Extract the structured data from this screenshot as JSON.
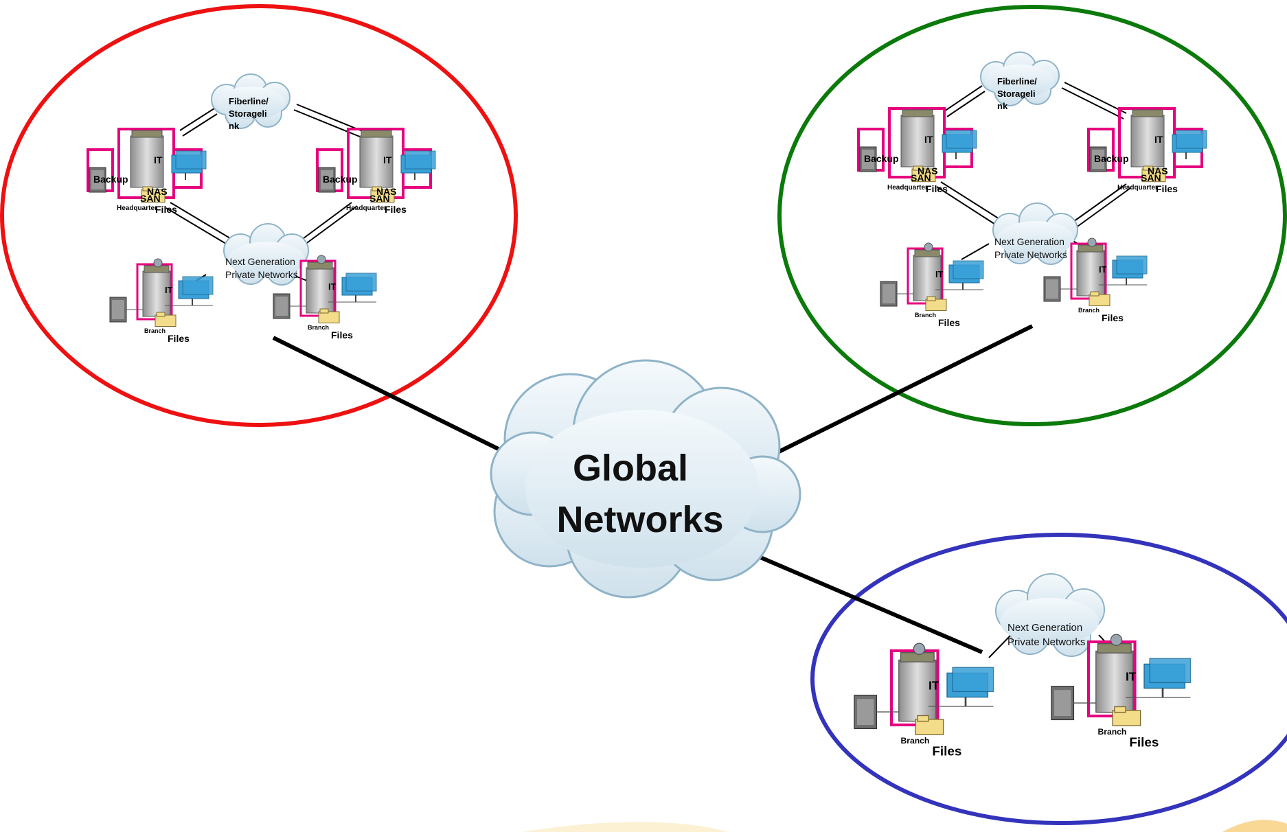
{
  "colors": {
    "cluster_red": "#ee1111",
    "cluster_green": "#0b7a0b",
    "cluster_blue": "#3333bb",
    "link_line": "#000000",
    "building_pink": "#e6007e",
    "server_gray": "#a9a9a9",
    "monitor_blue": "#3aa0d8",
    "folder_yellow": "#f3dc8a",
    "cloud_fill": "#e7f1f7",
    "cloud_stroke": "#8fb3c8"
  },
  "center": {
    "label_line1": "Global",
    "label_line2": "Networks",
    "icon": "cloud-icon"
  },
  "clusters": [
    {
      "id": "red",
      "storage_cloud": [
        "Fiberline/",
        "Storageli",
        "nk"
      ],
      "network_cloud": [
        "Next Generation",
        "Private Networks"
      ],
      "hq_sites": [
        {
          "backup": "Backup",
          "it": "IT",
          "san": "SAN",
          "nas": "NAS",
          "hq": "Headquarter",
          "files": "Files"
        },
        {
          "backup": "Backup",
          "it": "IT",
          "san": "SAN",
          "nas": "NAS",
          "hq": "Headquarter",
          "files": "Files"
        }
      ],
      "branches": [
        {
          "it": "IT",
          "branch": "Branch",
          "files": "Files"
        },
        {
          "it": "IT",
          "branch": "Branch",
          "files": "Files"
        }
      ]
    },
    {
      "id": "green",
      "storage_cloud": [
        "Fiberline/",
        "Storageli",
        "nk"
      ],
      "network_cloud": [
        "Next Generation",
        "Private Networks"
      ],
      "hq_sites": [
        {
          "backup": "Backup",
          "it": "IT",
          "san": "SAN",
          "nas": "NAS",
          "hq": "Headquarter",
          "files": "Files"
        },
        {
          "backup": "Backup",
          "it": "IT",
          "san": "SAN",
          "nas": "NAS",
          "hq": "Headquarter",
          "files": "Files"
        }
      ],
      "branches": [
        {
          "it": "IT",
          "branch": "Branch",
          "files": "Files"
        },
        {
          "it": "IT",
          "branch": "Branch",
          "files": "Files"
        }
      ]
    },
    {
      "id": "blue",
      "network_cloud": [
        "Next Generation",
        "Private Networks"
      ],
      "branches": [
        {
          "it": "IT",
          "branch": "Branch",
          "files": "Files"
        },
        {
          "it": "IT",
          "branch": "Branch",
          "files": "Files"
        }
      ]
    }
  ]
}
